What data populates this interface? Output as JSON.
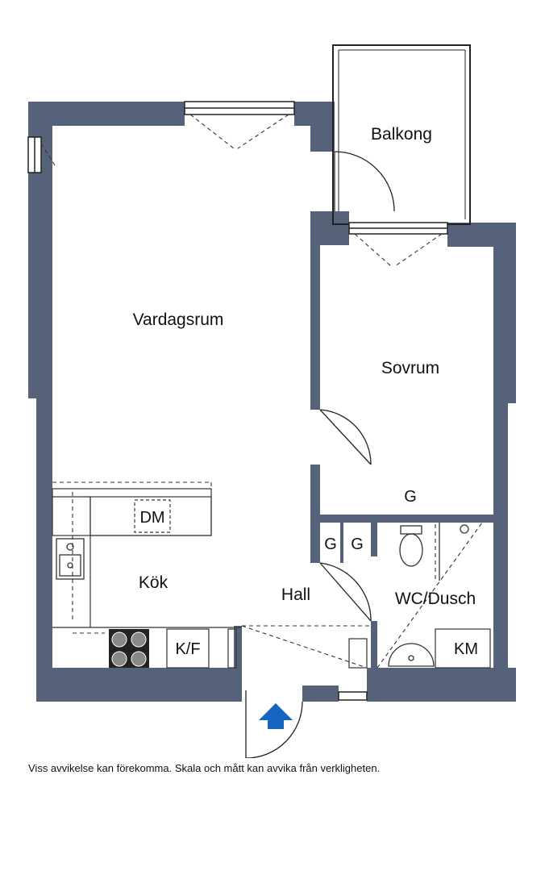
{
  "rooms": {
    "balkong": "Balkong",
    "vardagsrum": "Vardagsrum",
    "sovrum": "Sovrum",
    "kok": "Kök",
    "hall": "Hall",
    "wc_dusch": "WC/Dusch"
  },
  "fixtures": {
    "dm": "DM",
    "kf": "K/F",
    "km": "KM",
    "wardrobe_sovrum": "G",
    "wardrobe_hall_1": "G",
    "wardrobe_hall_2": "G"
  },
  "entrance_arrow": {
    "icon": "entrance-arrow-icon",
    "color": "#1565C0"
  },
  "colors": {
    "wall": "#56627A"
  },
  "disclaimer": "Viss avvikelse kan förekomma. Skala och mått kan avvika från verkligheten."
}
